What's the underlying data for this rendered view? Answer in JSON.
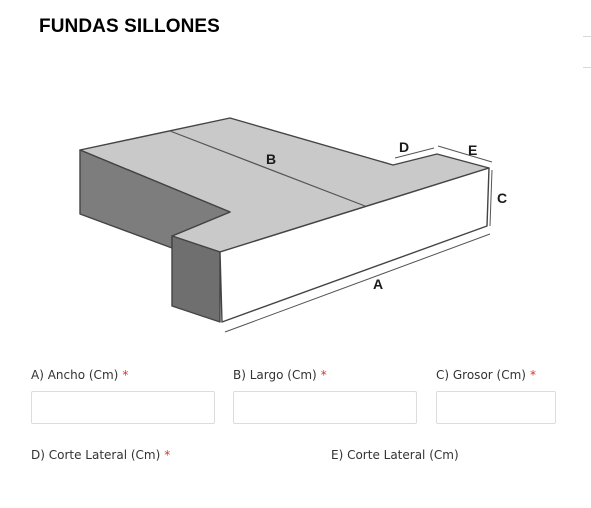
{
  "header": {
    "title": "FUNDAS SILLONES"
  },
  "diagram": {
    "labels": {
      "a": "A",
      "b": "B",
      "c": "C",
      "d": "D",
      "e": "E"
    }
  },
  "form": {
    "required_mark": "*",
    "fields": [
      {
        "id": "ancho",
        "label": "A) Ancho (Cm)",
        "required": true,
        "value": ""
      },
      {
        "id": "largo",
        "label": "B) Largo (Cm)",
        "required": true,
        "value": ""
      },
      {
        "id": "grosor",
        "label": "C) Grosor (Cm)",
        "required": true,
        "value": ""
      },
      {
        "id": "corte-d",
        "label": "D) Corte Lateral (Cm)",
        "required": true,
        "value": ""
      },
      {
        "id": "corte-e",
        "label": "E) Corte Lateral (Cm)",
        "required": false,
        "value": ""
      }
    ]
  }
}
